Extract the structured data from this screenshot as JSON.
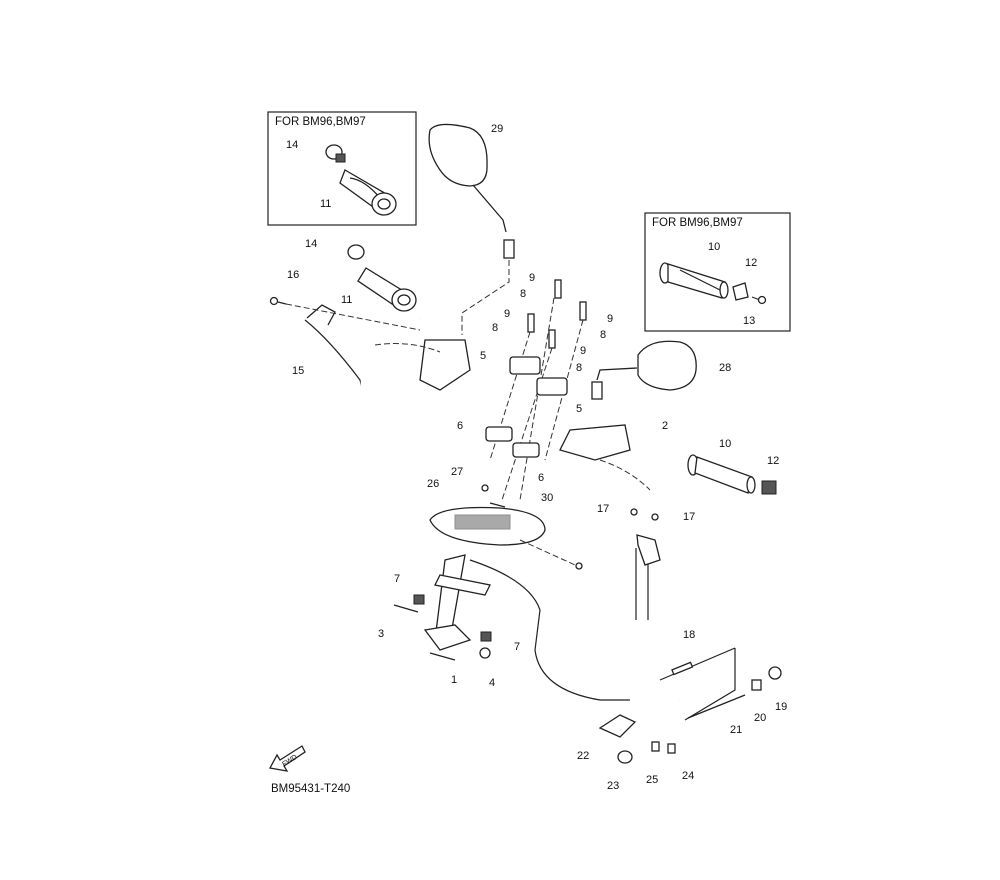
{
  "diagram": {
    "drawing_code": "BM95431-T240",
    "forward_marker": "FWD",
    "insets": [
      {
        "title": "FOR BM96,BM97",
        "callouts": [
          "14",
          "11"
        ]
      },
      {
        "title": "FOR BM96,BM97",
        "callouts": [
          "10",
          "12",
          "13"
        ]
      }
    ],
    "callouts": [
      "29",
      "16",
      "14",
      "11",
      "15",
      "9",
      "8",
      "9",
      "8",
      "9",
      "8",
      "9",
      "8",
      "5",
      "5",
      "28",
      "6",
      "6",
      "2",
      "10",
      "12",
      "27",
      "26",
      "30",
      "17",
      "17",
      "7",
      "3",
      "7",
      "1",
      "4",
      "18",
      "21",
      "20",
      "19",
      "22",
      "23",
      "25",
      "24"
    ]
  }
}
